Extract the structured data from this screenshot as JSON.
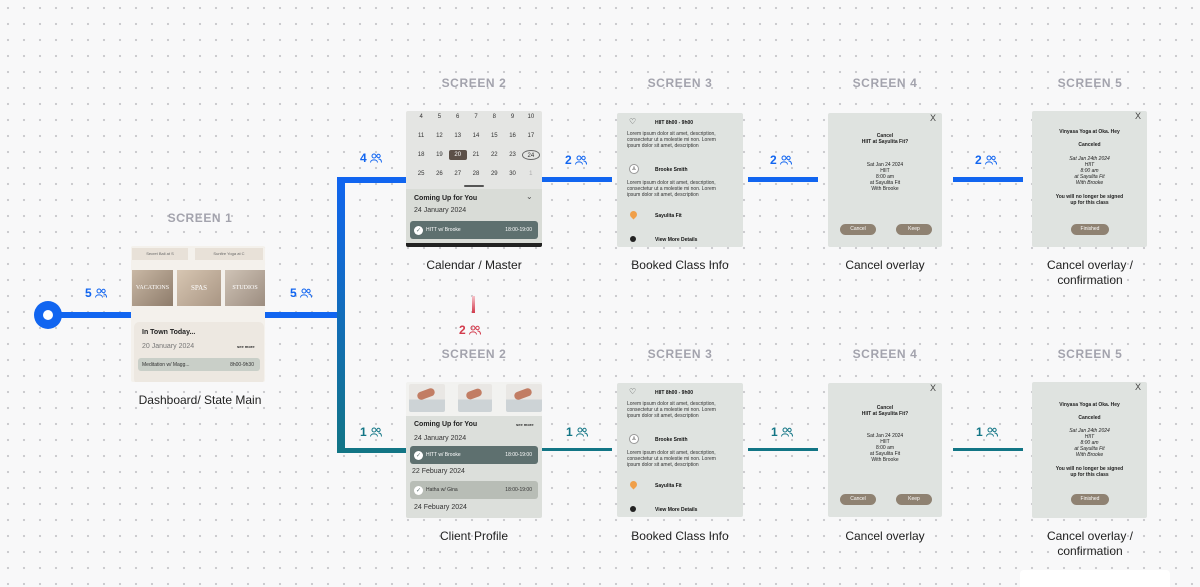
{
  "screen_labels": {
    "screen1": "SCREEN 1",
    "screen2": "SCREEN 2",
    "screen3": "SCREEN 3",
    "screen4": "SCREEN 4",
    "screen5": "SCREEN 5"
  },
  "captions": {
    "dashboard": "Dashboard/ State Main",
    "calendar": "Calendar / Master",
    "booked": "Booked Class Info",
    "cancel": "Cancel overlay",
    "confirm_line1": "Cancel overlay /",
    "confirm_line2": "confirmation",
    "profile": "Client Profile"
  },
  "counts": {
    "start": "5",
    "after_dashboard": "5",
    "top_branch": "4",
    "bottom_branch": "1",
    "top_s2_s3": "2",
    "top_s3_s4": "2",
    "top_s4_s5": "2",
    "drop": "2",
    "bottom_s2_s3": "1",
    "bottom_s3_s4": "1",
    "bottom_s4_s5": "1"
  },
  "colors": {
    "path_blue": "#1165f0",
    "path_teal": "#127585",
    "drop_red": "#d23a4c"
  },
  "dashboard_screen": {
    "banner_left": "Secret Bali at S",
    "banner_right": "Sunfire Yoga at C",
    "tiles": [
      "VACATIONS",
      "SPAS",
      "STUDIOS"
    ],
    "section_title": "In Town Today...",
    "date": "20 January 2024",
    "see_more": "see more",
    "class_name": "Meditation w/ Magg...",
    "class_time": "8h00-9h30"
  },
  "calendar_screen": {
    "days": [
      "4",
      "5",
      "6",
      "7",
      "8",
      "9",
      "10",
      "11",
      "12",
      "13",
      "14",
      "15",
      "16",
      "17",
      "18",
      "19",
      "20",
      "21",
      "22",
      "23",
      "24",
      "25",
      "26",
      "27",
      "28",
      "29",
      "30",
      "1"
    ],
    "section_title": "Coming Up for You",
    "date": "24 January 2024",
    "class_name": "HITT w/ Brooke",
    "class_time": "18:00-19:00"
  },
  "booked_top": {
    "title": "HIIT 8h00 - 9h00",
    "desc1": "Lorem ipsum dolor sit amet, description, consectetur ut a molestie mi non. Lorem ipsum dolor sit amet, description",
    "instructor": "Brooke Smith",
    "desc2": "Lorem ipsum dolor sit amet, description, consectetur ut a molestie mi non. Lorem ipsum dolor sit amet, description",
    "location": "Sayulita Fit",
    "more": "View More Details"
  },
  "booked_bottom": {
    "title": "HIIT 8h00 - 9h00",
    "desc1": "Lorem ipsum dolor sit amet, description, consectetur ut a molestie mi non. Lorem ipsum dolor sit amet, description",
    "instructor": "Brooke Smith",
    "desc2": "Lorem ipsum dolor sit amet, description, consectetur ut a molestie mi non. Lorem ipsum dolor sit amet, description",
    "location": "Sayulita Fit",
    "more": "View More Details"
  },
  "cancel_screen": {
    "close": "X",
    "heading1": "Cancel",
    "heading2": "HIIT at Sayulita Fit?",
    "date": "Sat Jan 24 2024",
    "type": "HIIT",
    "time": "8:00 am",
    "place": "at Sayulita Fit",
    "with": "With Brooke",
    "cancel_btn": "Cancel",
    "keep_btn": "Keep"
  },
  "confirm_screen": {
    "close": "X",
    "venue": "Vinyasa Yoga at Oka. Hey",
    "status": "Canceled",
    "date": "Sat Jan 24th 2024",
    "type": "HIIT",
    "time": "8:00 am",
    "place": "at Sayulita Fit",
    "with": "With Brooke",
    "note1": "You will no longer be signed",
    "note2": "up for this class",
    "finish_btn": "Finished"
  },
  "profile_screen": {
    "section_title": "Coming Up for You",
    "see_more": "see more",
    "date1": "24 January 2024",
    "class1": "HITT w/ Brooke",
    "time1": "18:00-19:00",
    "date2": "22 Febuary 2024",
    "class2": "Hatha w/ Gina",
    "time2": "18:00-19:00",
    "date3": "24 Febuary 2024"
  }
}
